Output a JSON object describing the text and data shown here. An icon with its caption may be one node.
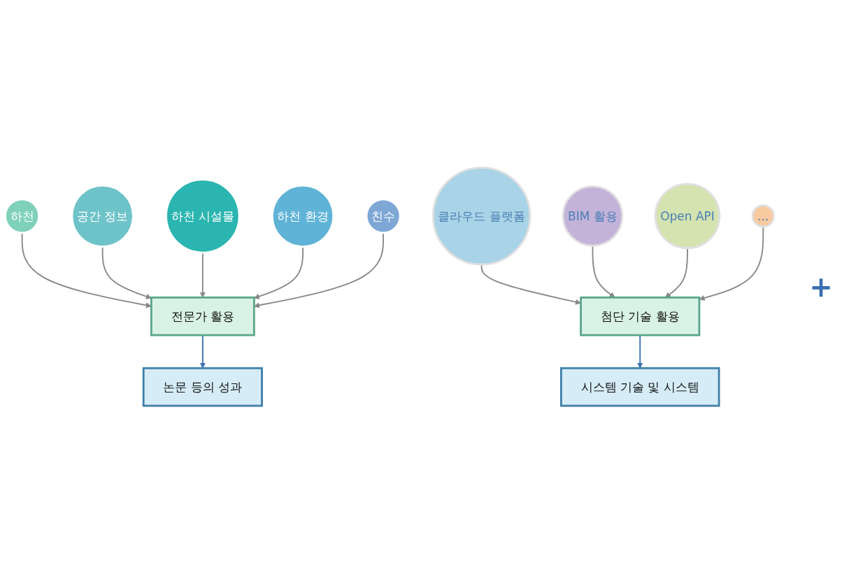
{
  "diagram": {
    "nodes": [
      {
        "text": [
          "하천"
        ]
      },
      {
        "text": [
          "공간 정보"
        ]
      },
      {
        "text": [
          "하천 시설물"
        ]
      },
      {
        "text": [
          "하천 환경"
        ]
      },
      {
        "text": [
          "친수"
        ]
      },
      {
        "text": [
          "전문가 활용"
        ]
      },
      {
        "text": [
          "논문 등의 성과"
        ]
      },
      {
        "text": [
          "첨단 기술 활용"
        ]
      },
      {
        "text": [
          "시스템 기술 및 시스템"
        ]
      },
      {
        "text": [
          "클라우드 플랫폼"
        ]
      },
      {
        "text": [
          "BIM 활용"
        ]
      },
      {
        "text": [
          "Open API"
        ]
      },
      {
        "text": [
          "..."
        ]
      }
    ],
    "edges": [
      {
        "from": 0,
        "to": 5,
        "arrow": "to"
      },
      {
        "from": 1,
        "to": 5,
        "arrow": "to"
      },
      {
        "from": 2,
        "to": 5,
        "arrow": "to"
      },
      {
        "from": 3,
        "to": 5,
        "arrow": "to"
      },
      {
        "from": 4,
        "to": 5,
        "arrow": "to"
      },
      {
        "from": 5,
        "to": 6,
        "arrow": "to"
      },
      {
        "from": 7,
        "to": 8,
        "arrow": "to"
      },
      {
        "from": 9,
        "to": 7,
        "arrow": "to"
      },
      {
        "from": 10,
        "to": 7,
        "arrow": "to"
      },
      {
        "from": 11,
        "to": 7,
        "arrow": "to"
      },
      {
        "from": 12,
        "to": 7,
        "arrow": "to"
      }
    ],
    "labels": [
      "+"
    ]
  }
}
